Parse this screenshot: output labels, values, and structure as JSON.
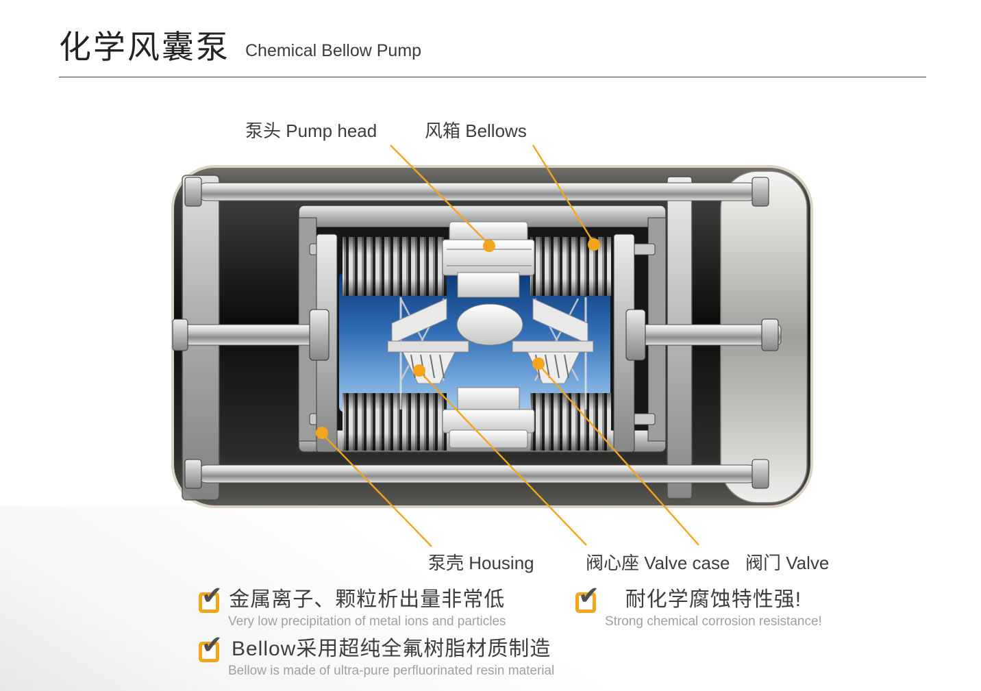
{
  "header": {
    "title_zh": "化学风囊泵",
    "title_en": "Chemical Bellow Pump"
  },
  "diagram": {
    "callouts": {
      "pump_head": "泵头 Pump head",
      "bellows": "风箱 Bellows",
      "housing": "泵壳 Housing",
      "valve_case": "阀心座 Valve case",
      "valve": "阀门 Valve"
    }
  },
  "features": {
    "item1": {
      "zh": "金属离子、颗粒析出量非常低",
      "en": "Very low precipitation of metal ions and particles"
    },
    "item2": {
      "zh": "耐化学腐蚀特性强!",
      "en": "Strong chemical corrosion resistance!"
    },
    "item3": {
      "zh": "Bellow采用超纯全氟树脂材质制造",
      "en": "Bellow is made of ultra-pure perfluorinated resin material"
    }
  },
  "icons": {
    "check": "✔"
  },
  "colors": {
    "accent_orange": "#F2A51D",
    "chamber_blue": "#2E6AB2",
    "body_dark": "#111111",
    "outline_tan": "#D9D3C3"
  }
}
